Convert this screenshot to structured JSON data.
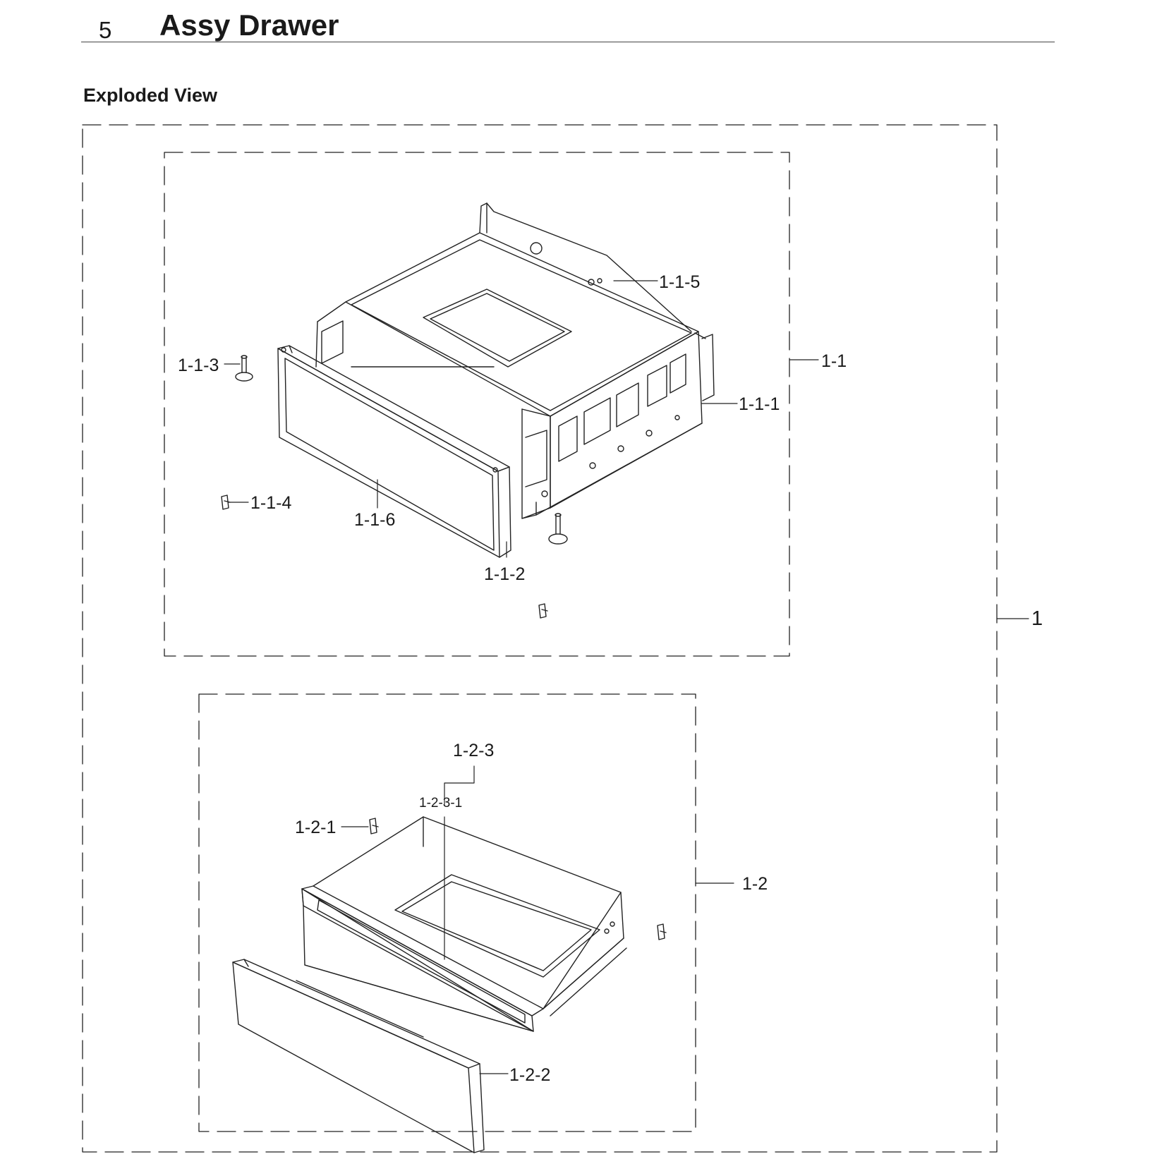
{
  "header": {
    "section_number": "5",
    "title": "Assy Drawer"
  },
  "subtitle": "Exploded View",
  "callouts": {
    "c1": "1",
    "c1_1": "1-1",
    "c1_1_1": "1-1-1",
    "c1_1_2": "1-1-2",
    "c1_1_3": "1-1-3",
    "c1_1_4": "1-1-4",
    "c1_1_5": "1-1-5",
    "c1_1_6": "1-1-6",
    "c1_2": "1-2",
    "c1_2_1": "1-2-1",
    "c1_2_2": "1-2-2",
    "c1_2_3": "1-2-3",
    "c1_2_3_1": "1-2-3-1"
  }
}
